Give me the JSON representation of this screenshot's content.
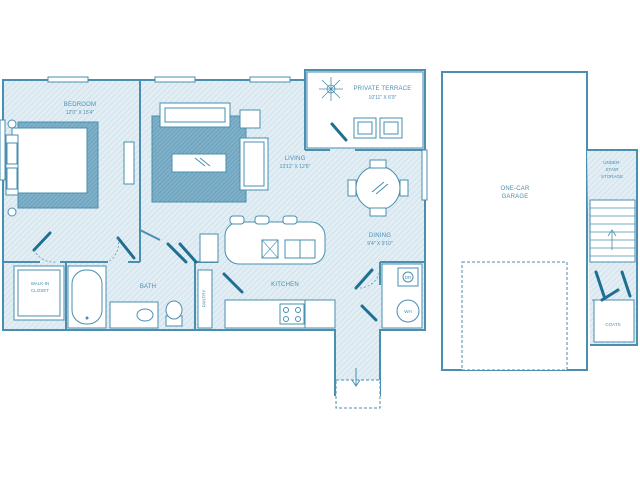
{
  "colors": {
    "line": "#4a8fb0",
    "fill": "#ddeaf1",
    "hatch": "#b9d3e1",
    "accent": "#1f6f93",
    "bg": "#ffffff"
  },
  "rooms": {
    "bedroom": {
      "name": "BEDROOM",
      "dims": "12'0\" x 15'4\""
    },
    "living": {
      "name": "LIVING",
      "dims": "13'11\" x 12'6\""
    },
    "terrace": {
      "name": "PRIVATE TERRACE",
      "dims": "10'11\" x 6'9\""
    },
    "dining": {
      "name": "DINING",
      "dims": "9'4\" x 9'10\""
    },
    "kitchen": {
      "name": "KITCHEN"
    },
    "bath": {
      "name": "BATH"
    },
    "walkin": {
      "line1": "WALK-IN",
      "line2": "CLOSET"
    },
    "garage": {
      "line1": "ONE-CAR",
      "line2": "GARAGE"
    },
    "storage": {
      "line1": "UNDER-",
      "line2": "STAIR",
      "line3": "STORAGE"
    },
    "coats": "COATS",
    "pantry": "PANTRY",
    "wh": "WH",
    "dr": "DR"
  }
}
